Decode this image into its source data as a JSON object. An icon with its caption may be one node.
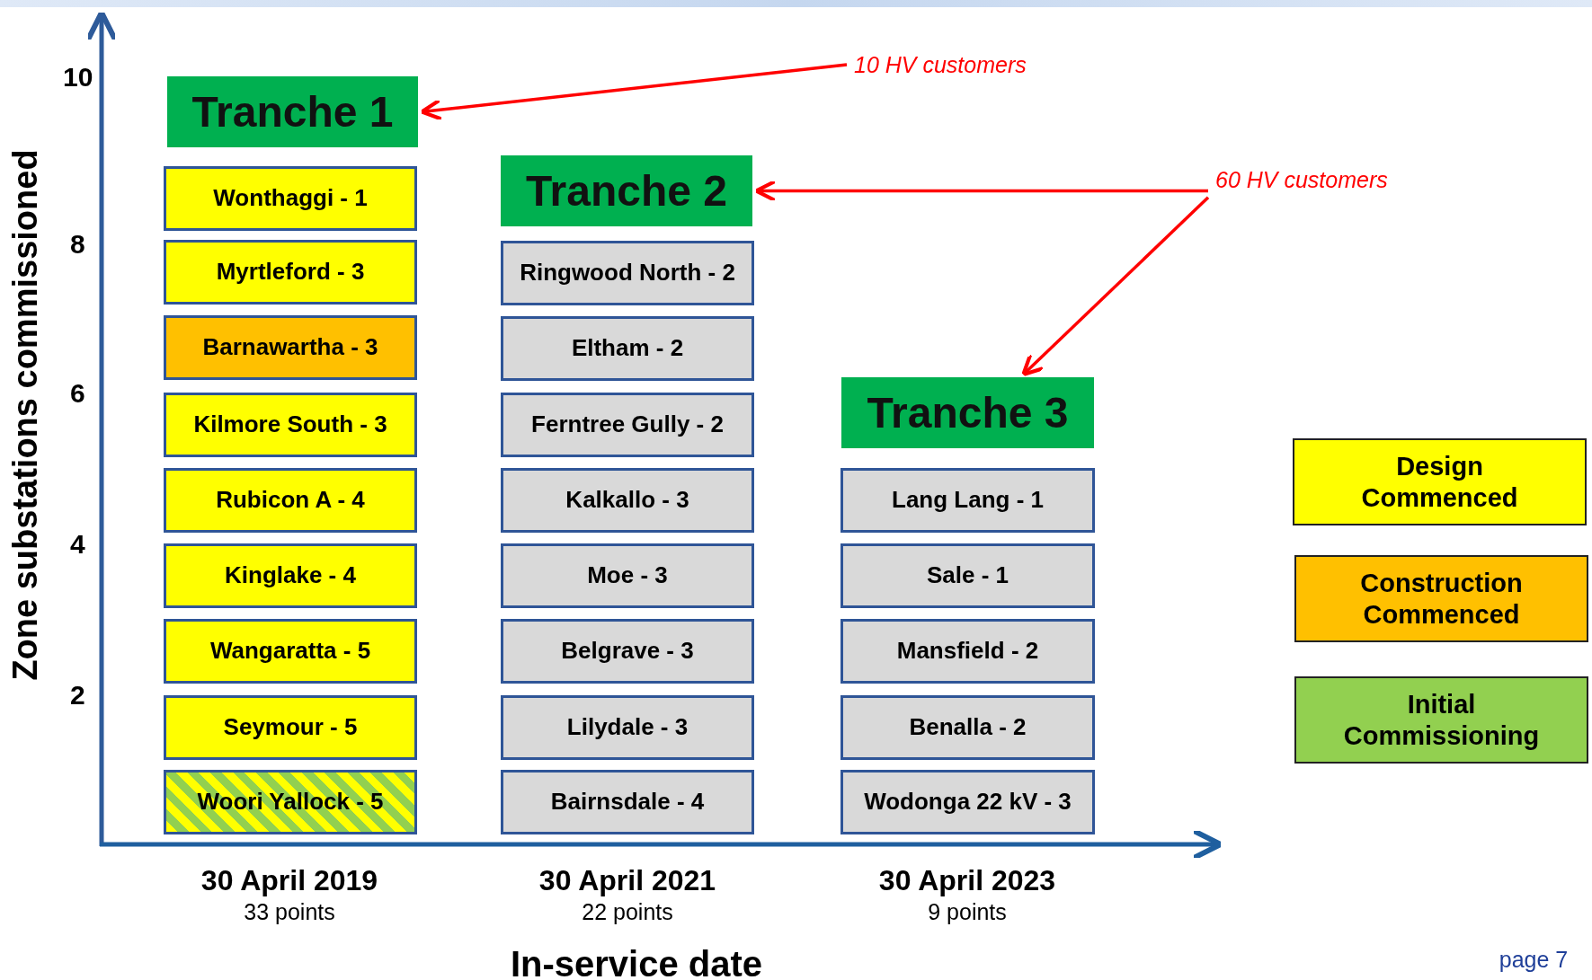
{
  "diagram": {
    "nodes": [
      {
        "text": [
          "Tranche 1"
        ]
      },
      {
        "text": [
          "Wonthaggi - 1"
        ]
      },
      {
        "text": [
          "Myrtleford - 3"
        ]
      },
      {
        "text": [
          "Barnawartha - 3"
        ]
      },
      {
        "text": [
          "Kilmore South - 3"
        ]
      },
      {
        "text": [
          "Rubicon A - 4"
        ]
      },
      {
        "text": [
          "Kinglake - 4"
        ]
      },
      {
        "text": [
          "Wangaratta - 5"
        ]
      },
      {
        "text": [
          "Seymour - 5"
        ]
      },
      {
        "text": [
          "Woori Yallock - 5"
        ]
      },
      {
        "text": [
          "Tranche 2"
        ]
      },
      {
        "text": [
          "Ringwood North - 2"
        ]
      },
      {
        "text": [
          "Eltham - 2"
        ]
      },
      {
        "text": [
          "Ferntree Gully - 2"
        ]
      },
      {
        "text": [
          "Kalkallo - 3"
        ]
      },
      {
        "text": [
          "Moe - 3"
        ]
      },
      {
        "text": [
          "Belgrave - 3"
        ]
      },
      {
        "text": [
          "Lilydale - 3"
        ]
      },
      {
        "text": [
          "Bairnsdale - 4"
        ]
      },
      {
        "text": [
          "Tranche 3"
        ]
      },
      {
        "text": [
          "Lang Lang - 1"
        ]
      },
      {
        "text": [
          "Sale - 1"
        ]
      },
      {
        "text": [
          "Mansfield - 2"
        ]
      },
      {
        "text": [
          "Benalla - 2"
        ]
      },
      {
        "text": [
          "Wodonga 22 kV - 3"
        ]
      },
      {
        "text": [
          "10 HV customers"
        ]
      },
      {
        "text": [
          "60 HV customers"
        ]
      }
    ],
    "edges": [
      {
        "from": 25,
        "to": 0,
        "arrow": "to"
      },
      {
        "from": 26,
        "to": 10,
        "arrow": "to"
      },
      {
        "from": 26,
        "to": 19,
        "arrow": "to"
      }
    ],
    "labels": [
      "10",
      "8",
      "6",
      "4",
      "2",
      "Zone substations commissioned",
      "30 April 2019",
      "33 points",
      "30 April 2021",
      "22 points",
      "30 April 2023",
      "9 points",
      "In-service date",
      "page 7"
    ],
    "legend": [
      {
        "text": "Design Commenced",
        "color": "#ffff00"
      },
      {
        "text": "Construction Commenced",
        "color": "#ffc000"
      },
      {
        "text": "Initial Commissioning",
        "color": "#92d050"
      }
    ]
  }
}
